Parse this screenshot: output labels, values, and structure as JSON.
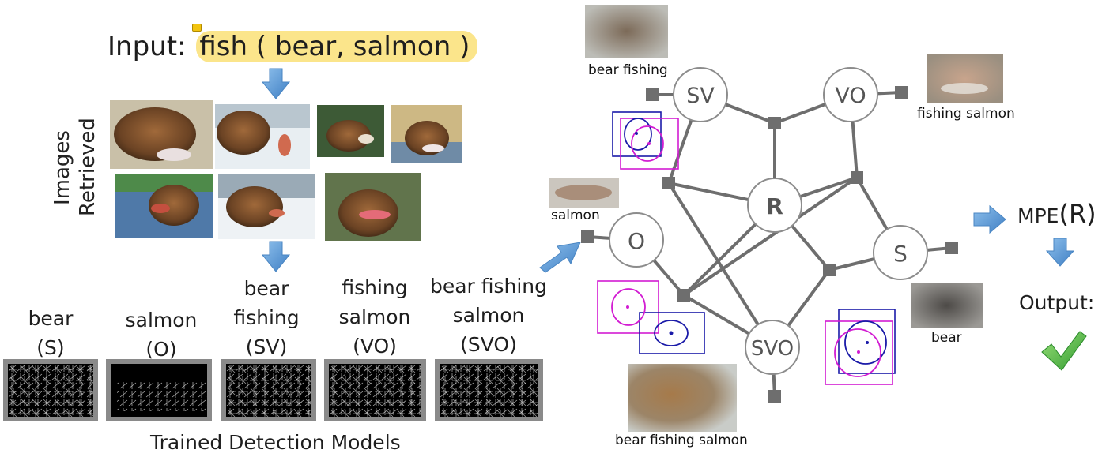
{
  "input": {
    "prefix": "Input:",
    "query": "fish ( bear, salmon )"
  },
  "images_retrieved_label": {
    "line1": "Images",
    "line2": "Retrieved"
  },
  "models": [
    {
      "line1": "bear",
      "line2": "(S)",
      "line3": ""
    },
    {
      "line1": "salmon",
      "line2": "(O)",
      "line3": ""
    },
    {
      "line1": "bear",
      "line2": "fishing",
      "line3": "(SV)"
    },
    {
      "line1": "fishing",
      "line2": "salmon",
      "line3": "(VO)"
    },
    {
      "line1": "bear fishing",
      "line2": "salmon",
      "line3": "(SVO)"
    }
  ],
  "models_caption": "Trained Detection Models",
  "graph": {
    "nodes": {
      "SV": "SV",
      "VO": "VO",
      "R": "R",
      "O": "O",
      "S": "S",
      "SVO": "SVO"
    },
    "thumb_captions": {
      "bear_fishing": "bear fishing",
      "fishing_salmon": "fishing salmon",
      "salmon": "salmon",
      "bear": "bear",
      "bear_fishing_salmon": "bear fishing salmon"
    }
  },
  "mpe": {
    "label": "MPE",
    "arg": "(R)"
  },
  "output": {
    "label": "Output:",
    "result_icon": "checkmark-icon"
  },
  "colors": {
    "highlight": "#fbe58b",
    "arrow": "#5b9bd5",
    "node_stroke": "#8c8c8c",
    "edge": "#6e6e6e",
    "factor": "#6e6e6e",
    "box_blue": "#1a1aa8",
    "box_magenta": "#d21cd2",
    "check_green": "#3aa63a"
  }
}
